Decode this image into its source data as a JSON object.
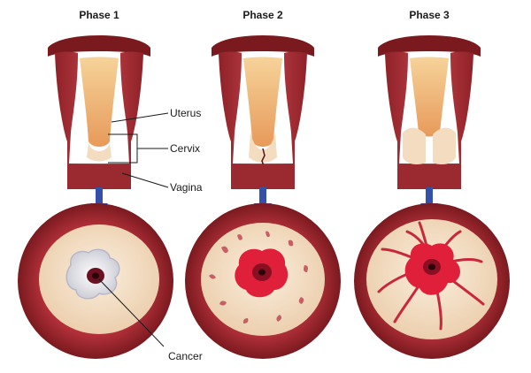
{
  "phases": [
    {
      "title": "Phase 1"
    },
    {
      "title": "Phase 2"
    },
    {
      "title": "Phase 3"
    }
  ],
  "labels": {
    "uterus": "Uterus",
    "cervix": "Cervix",
    "vagina": "Vagina",
    "cancer": "Cancer"
  },
  "colors": {
    "tissue_dark": "#7a1a1f",
    "tissue_mid": "#b5343a",
    "tissue_light": "#d9565a",
    "lining": "#f2c48a",
    "cervix_surface": "#f3dcc0",
    "lesion": "#e0203a",
    "arrow": "#3550a8"
  }
}
